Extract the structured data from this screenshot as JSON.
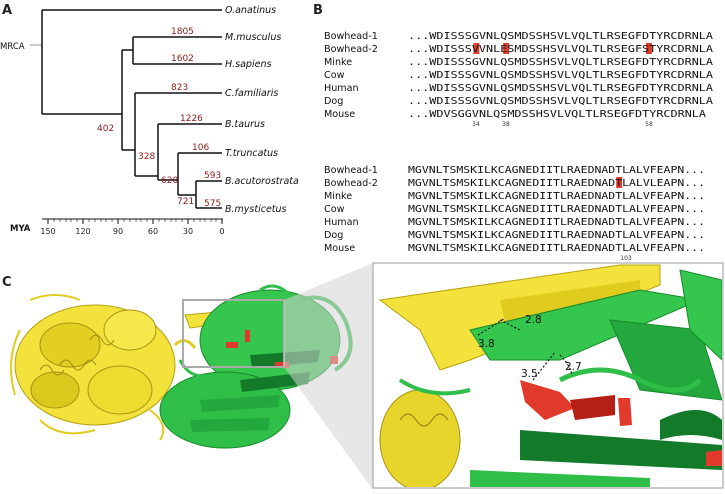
{
  "panels": {
    "a": "A",
    "b": "B",
    "c": "C"
  },
  "tree": {
    "root_label": "MRCA",
    "axis_label": "MYA",
    "ticks": [
      "150",
      "120",
      "90",
      "60",
      "30",
      "0"
    ],
    "species": [
      "O.anatinus",
      "M.musculus",
      "H.sapiens",
      "C.familiaris",
      "B.taurus",
      "T.truncatus",
      "B.acutorostrata",
      "B.mysticetus"
    ],
    "node_ages": [
      "1805",
      "1602",
      "823",
      "402",
      "1226",
      "328",
      "106",
      "620",
      "593",
      "721",
      "575"
    ]
  },
  "alignment": {
    "block1": {
      "names": [
        "Bowhead-1",
        "Bowhead-2",
        "Minke",
        "Cow",
        "Human",
        "Dog",
        "Mouse"
      ],
      "seqs": [
        "...WDISSSGVNLQSMDSSHSVLVQLTLRSEGFDTYRCDRNLA",
        "...WDISSSVVNLESMDSSHSVLVQLTLRSEGFSTYRCDRNLA",
        "...WDISSSGVNLQSMDSSHSVLVQLTLRSEGFDTYRCDRNLA",
        "...WDISSSGVNLQSMDSSHSVLVQLTLRSEGFDTYRCDRNLA",
        "...WDISSSGVNLQSMDSSHSVLVQLTLRSEGFDTYRCDRNLA",
        "...WDISSSGVNLQSMDSSHSVLVQLTLRSEGFDTYRCDRNLA",
        "...WDVSGGVNLQSMDSSHSVLVQLTLRSEGFDTYRCDRNLA"
      ],
      "positions": [
        "34",
        "38",
        "58"
      ]
    },
    "block2": {
      "names": [
        "Bowhead-1",
        "Bowhead-2",
        "Minke",
        "Cow",
        "Human",
        "Dog",
        "Mouse"
      ],
      "seqs": [
        "MGVNLTSMSKILKCAGNEDIITLRAEDNADTLALVFEAPN...",
        "MGVNLTSMSKILKCAGNEDIITLRAEDNADTLALVLEAPN...",
        "MGVNLTSMSKILKCAGNEDIITLRAEDNADTLALVFEAPN...",
        "MGVNLTSMSKILKCAGNEDIITLRAEDNADTLALVFEAPN...",
        "MGVNLTSMSKILKCAGNEDIITLRAEDNADTLALVFEAPN...",
        "MGVNLTSMSKILKCAGNEDIITLRAEDNADTLALVFEAPN...",
        "MGVNLTSMSKILKCAGNEDIITLRAEDNADTLALVFEAPN..."
      ],
      "positions": [
        "103"
      ]
    },
    "highlight_color": "#e03a2a"
  },
  "structure": {
    "distances": [
      "2.8",
      "3.8",
      "3.5",
      "2.7"
    ],
    "colors": {
      "yellow": "#f2e13a",
      "green": "#2ec24a",
      "dark_green": "#127a2a",
      "red": "#e23a2a"
    }
  }
}
